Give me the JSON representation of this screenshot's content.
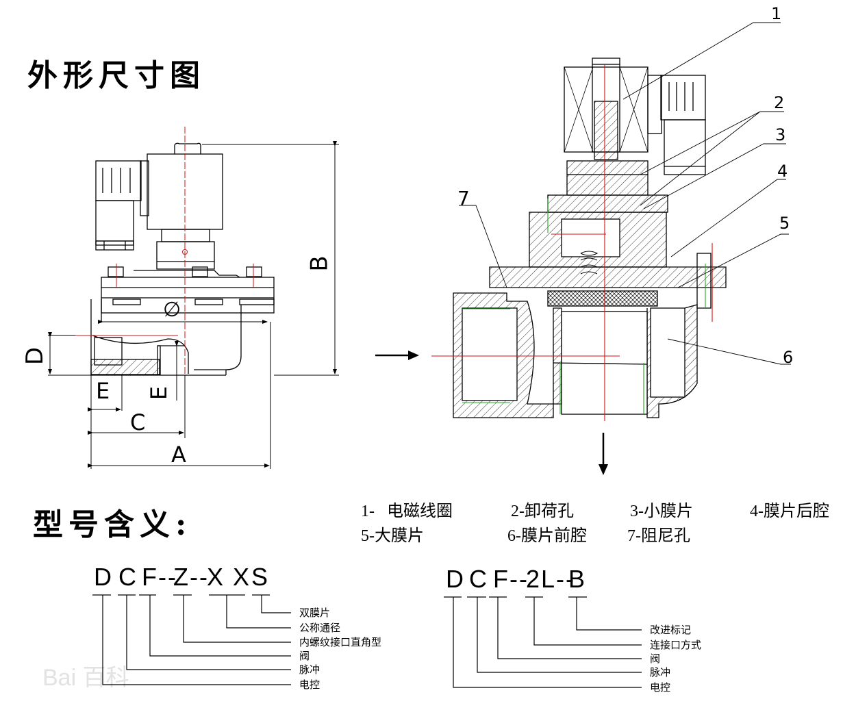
{
  "titles": {
    "dimension_drawing": "外形尺寸图",
    "model_meaning": "型号含义:"
  },
  "dimension_labels": {
    "A": "A",
    "B": "B",
    "C": "C",
    "D": "D",
    "E1": "E",
    "E2": "E",
    "phi": "∅"
  },
  "callout_numbers": [
    "1",
    "2",
    "3",
    "4",
    "5",
    "6",
    "7"
  ],
  "parts_legend": [
    {
      "num": "1-",
      "label": "电磁线圈"
    },
    {
      "num": "2-",
      "label": "卸荷孔"
    },
    {
      "num": "3-",
      "label": "小膜片"
    },
    {
      "num": "4-",
      "label": "膜片后腔"
    },
    {
      "num": "5-",
      "label": "大膜片"
    },
    {
      "num": "6-",
      "label": "膜片前腔"
    },
    {
      "num": "7-",
      "label": "阻尼孔"
    }
  ],
  "model_codes": [
    {
      "code": "DCF--Z--XXS",
      "segments": [
        "D",
        "C",
        "F--",
        "Z--",
        "X X",
        "S"
      ],
      "meanings": [
        "双膜片",
        "公称通径",
        "内螺纹接口直角型",
        "阀",
        "脉冲",
        "电控"
      ]
    },
    {
      "code": "DCF--2L--B",
      "segments": [
        "D",
        "C",
        "F--",
        "2L--",
        "B"
      ],
      "meanings": [
        "改进标记",
        "连接口方式",
        "阀",
        "脉冲",
        "电控"
      ]
    }
  ],
  "watermark": "Bai 百科",
  "colors": {
    "line": "#000000",
    "centerline": "#d01010",
    "thread": "#22aa22"
  }
}
